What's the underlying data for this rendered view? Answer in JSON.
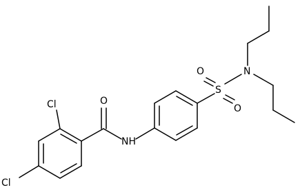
{
  "structure": {
    "type": "skeletal-formula",
    "atom_labels": {
      "chlorine_top": "Cl",
      "chlorine_bottom": "Cl",
      "amide_oxygen": "O",
      "amide_nitrogen": "NH",
      "sulfur": "S",
      "sulfonyl_oxygen_top": "O",
      "sulfonyl_oxygen_bottom": "O",
      "sulfonamide_nitrogen": "N"
    }
  }
}
